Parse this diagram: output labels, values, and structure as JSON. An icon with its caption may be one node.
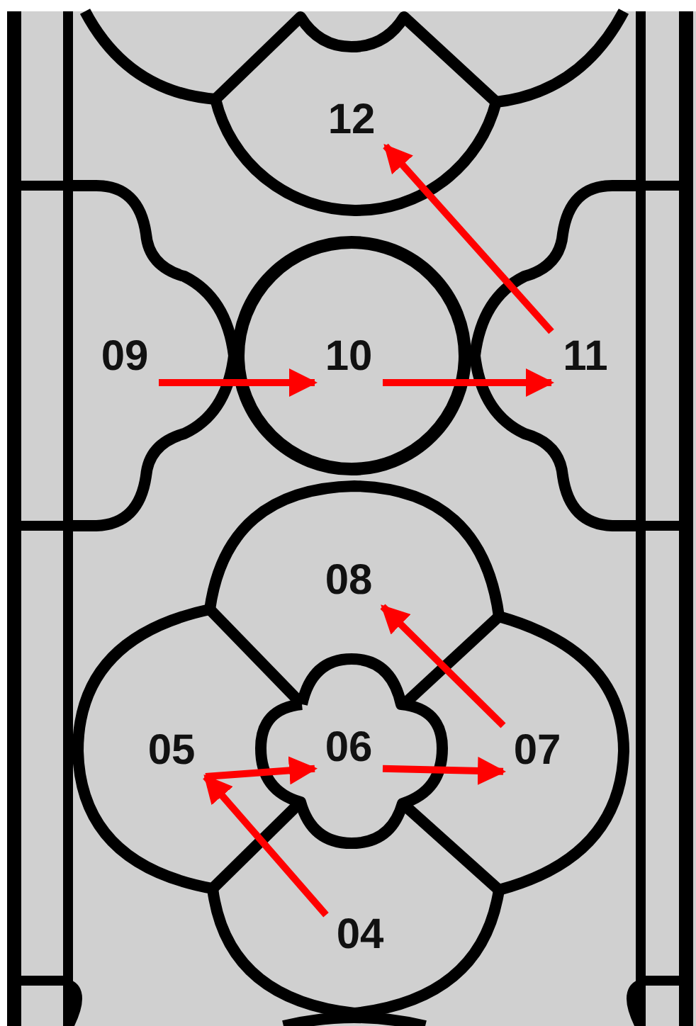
{
  "diagram": {
    "nodes": [
      {
        "text": [
          "12"
        ]
      },
      {
        "text": [
          "09"
        ]
      },
      {
        "text": [
          "10"
        ]
      },
      {
        "text": [
          "11"
        ]
      },
      {
        "text": [
          "08"
        ]
      },
      {
        "text": [
          "05"
        ]
      },
      {
        "text": [
          "06"
        ]
      },
      {
        "text": [
          "07"
        ]
      },
      {
        "text": [
          "04"
        ]
      }
    ],
    "edges": [
      {
        "from": 8,
        "to": 5,
        "arrow": "to",
        "color": "#ff0000"
      },
      {
        "from": 5,
        "to": 6,
        "arrow": "to",
        "color": "#ff0000"
      },
      {
        "from": 6,
        "to": 7,
        "arrow": "to",
        "color": "#ff0000"
      },
      {
        "from": 7,
        "to": 4,
        "arrow": "to",
        "color": "#ff0000"
      },
      {
        "from": 1,
        "to": 2,
        "arrow": "to",
        "color": "#ff0000"
      },
      {
        "from": 2,
        "to": 3,
        "arrow": "to",
        "color": "#ff0000"
      },
      {
        "from": 3,
        "to": 0,
        "arrow": "to",
        "color": "#ff0000"
      }
    ]
  }
}
